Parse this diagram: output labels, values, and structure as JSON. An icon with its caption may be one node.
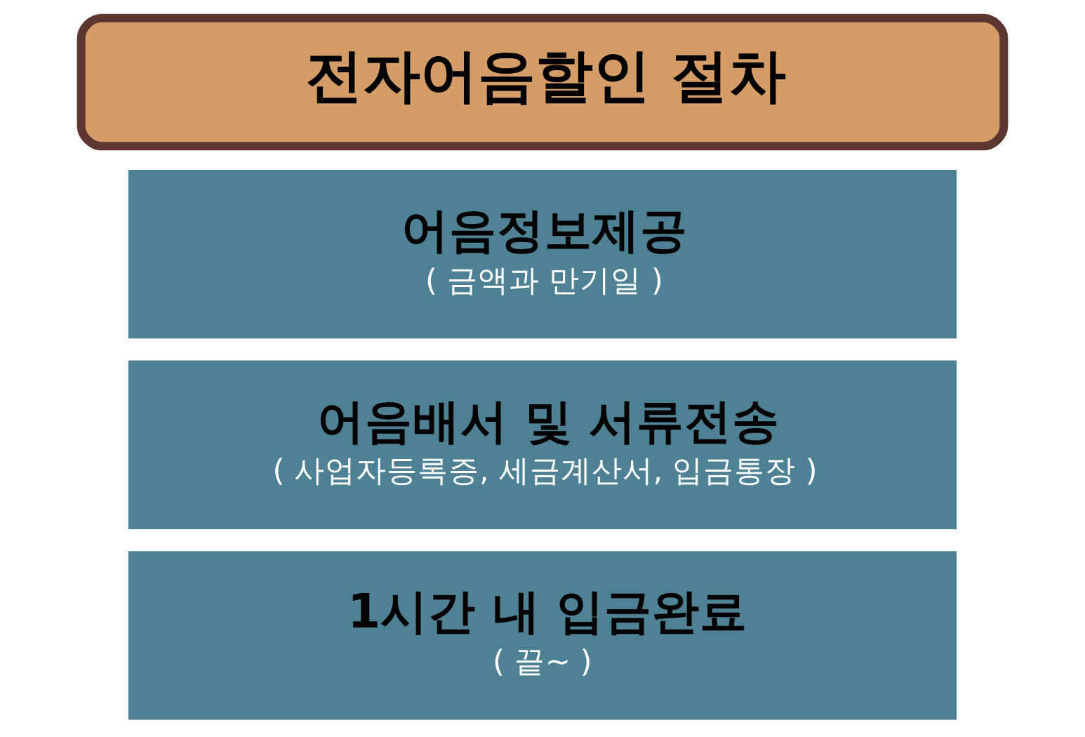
{
  "diagram": {
    "nodes": [
      {
        "text": [
          "전자어음할인 절차"
        ]
      },
      {
        "text": [
          "어음정보제공",
          "( 금액과 만기일 )"
        ]
      },
      {
        "text": [
          "어음배서 및 서류전송",
          "( 사업자등록증, 세금계산서, 입금통장 )"
        ]
      },
      {
        "text": [
          "1시간 내 입금완료",
          "( 끝~ )"
        ]
      }
    ]
  }
}
